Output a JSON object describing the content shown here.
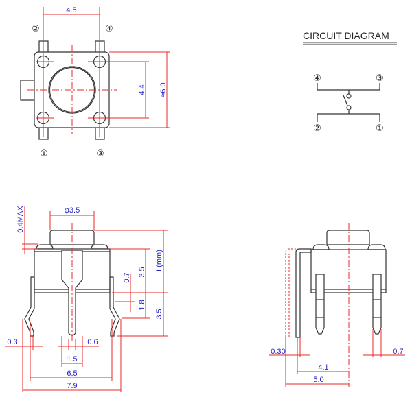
{
  "top_view": {
    "pin_labels": [
      "②",
      "④",
      "①",
      "③"
    ],
    "dim_pitch": "4.5",
    "dim_inner": "4.4",
    "dim_body": "≈6.0"
  },
  "circuit": {
    "title": "CIRCUIT  DIAGRAM",
    "pin_labels": [
      "④",
      "③",
      "②",
      "①"
    ]
  },
  "front_view": {
    "dim_cap_dia": "φ3.5",
    "dim_cap_max": "0.4MAX",
    "dim_length": "L(mm)",
    "dim_body_h": "3.5",
    "dim_07": "0.7",
    "dim_18": "1.8",
    "dim_leg_h": "3.5",
    "dim_03": "0.3",
    "dim_06": "0.6",
    "dim_15": "1.5",
    "dim_65": "6.5",
    "dim_79": "7.9"
  },
  "side_view": {
    "dim_030": "0.30",
    "dim_07": "0.7",
    "dim_41": "4.1",
    "dim_50": "5.0"
  }
}
